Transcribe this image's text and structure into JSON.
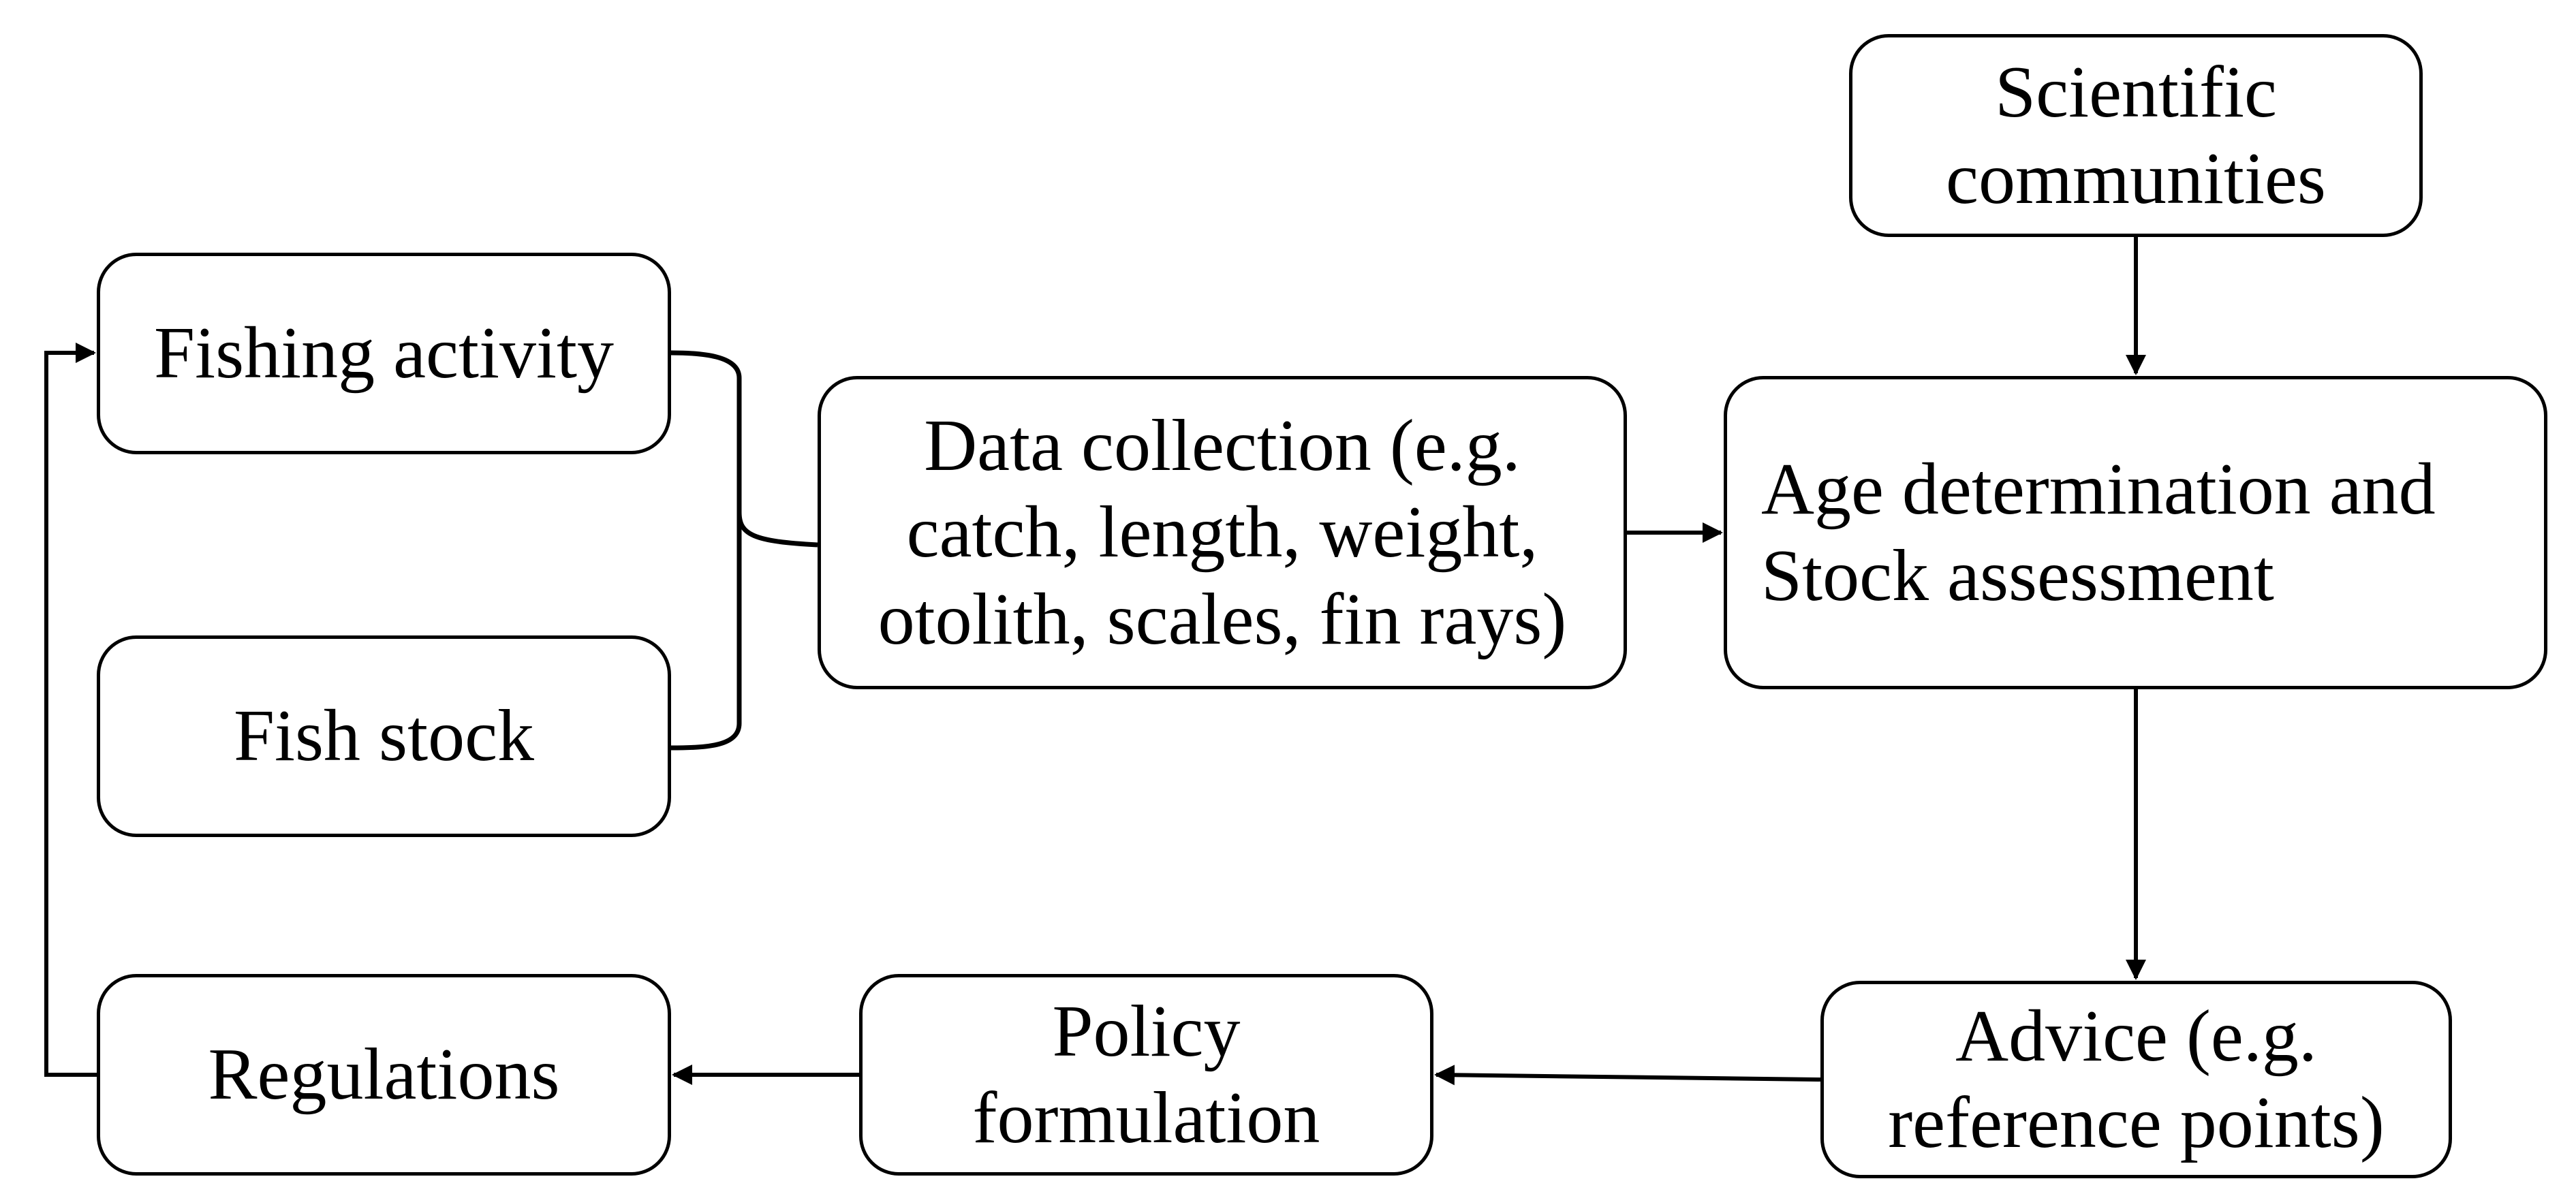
{
  "nodes": {
    "scientific": "Scientific\ncommunities",
    "fishing": "Fishing activity",
    "stock": "Fish stock",
    "data_collection": "Data collection (e.g.\ncatch, length, weight,\notolith, scales, fin rays)",
    "age": "Age determination and\nStock assessment",
    "advice": "Advice (e.g.\nreference points)",
    "policy": "Policy\nformulation",
    "regulations": "Regulations"
  },
  "colors": {
    "stroke": "#000000",
    "background": "#ffffff"
  }
}
